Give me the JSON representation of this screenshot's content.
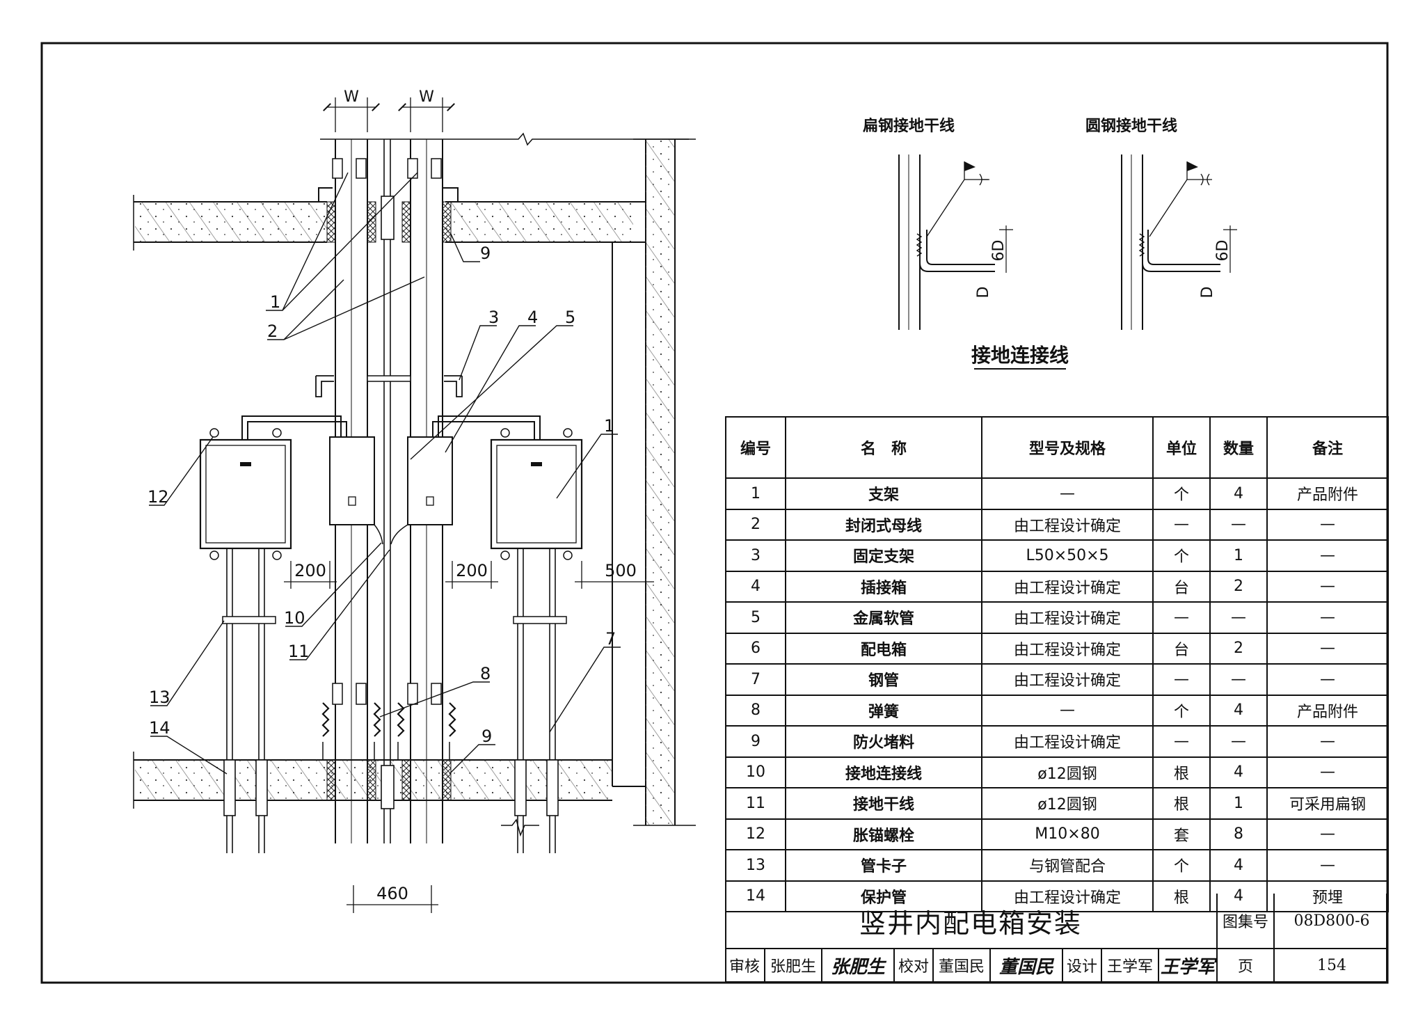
{
  "drawing": {
    "dims": {
      "w_left": "W",
      "w_right": "W",
      "d200_left": "200",
      "d200_right": "200",
      "d500": "500",
      "d460": "460"
    },
    "callouts": [
      "1",
      "2",
      "3",
      "4",
      "5",
      "1",
      "12",
      "10",
      "11",
      "8",
      "7",
      "13",
      "14",
      "9",
      "9"
    ]
  },
  "detail": {
    "label_flat": "扁钢接地干线",
    "label_round": "圆钢接地干线",
    "dim_6d": "6D",
    "dim_d": "D",
    "caption": "接地连接线"
  },
  "table": {
    "headers": [
      "编号",
      "名　称",
      "型号及规格",
      "单位",
      "数量",
      "备注"
    ],
    "rows": [
      [
        "1",
        "支架",
        "—",
        "个",
        "4",
        "产品附件"
      ],
      [
        "2",
        "封闭式母线",
        "由工程设计确定",
        "—",
        "—",
        "—"
      ],
      [
        "3",
        "固定支架",
        "L50×50×5",
        "个",
        "1",
        "—"
      ],
      [
        "4",
        "插接箱",
        "由工程设计确定",
        "台",
        "2",
        "—"
      ],
      [
        "5",
        "金属软管",
        "由工程设计确定",
        "—",
        "—",
        "—"
      ],
      [
        "6",
        "配电箱",
        "由工程设计确定",
        "台",
        "2",
        "—"
      ],
      [
        "7",
        "钢管",
        "由工程设计确定",
        "—",
        "—",
        "—"
      ],
      [
        "8",
        "弹簧",
        "—",
        "个",
        "4",
        "产品附件"
      ],
      [
        "9",
        "防火堵料",
        "由工程设计确定",
        "—",
        "—",
        "—"
      ],
      [
        "10",
        "接地连接线",
        "ø12圆钢",
        "根",
        "4",
        "—"
      ],
      [
        "11",
        "接地干线",
        "ø12圆钢",
        "根",
        "1",
        "可采用扁钢"
      ],
      [
        "12",
        "胀锚螺栓",
        "M10×80",
        "套",
        "8",
        "—"
      ],
      [
        "13",
        "管卡子",
        "与钢管配合",
        "个",
        "4",
        "—"
      ],
      [
        "14",
        "保护管",
        "由工程设计确定",
        "根",
        "4",
        "预埋"
      ]
    ]
  },
  "titleblock": {
    "title": "竖井内配电箱安装",
    "atlas_label": "图集号",
    "atlas_no": "08D800-6",
    "review_label": "审核",
    "review_name": "张肥生",
    "review_sig": "张肥生",
    "check_label": "校对",
    "check_name": "董国民",
    "check_sig": "董国民",
    "design_label": "设计",
    "design_name": "王学军",
    "design_sig": "王学军",
    "page_label": "页",
    "page_no": "154"
  }
}
